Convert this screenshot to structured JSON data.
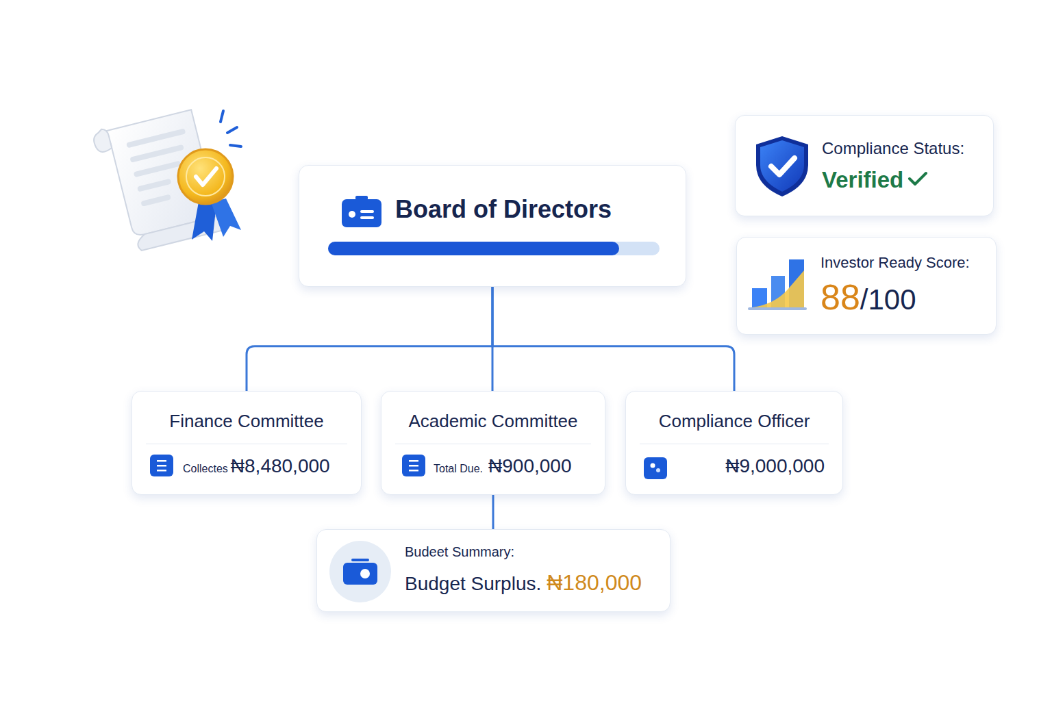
{
  "diagram": {
    "nodes": [
      {
        "text": [
          "Board of Directors"
        ]
      },
      {
        "text": [
          "Compliance Status:",
          "Verified"
        ]
      },
      {
        "text": [
          "Investor Ready Score:",
          "88",
          "/100"
        ]
      },
      {
        "text": [
          "Finance Committee",
          "Collectes",
          "₦8,480,000"
        ]
      },
      {
        "text": [
          "Academic Committee",
          "Total Due.",
          "₦900,000"
        ]
      },
      {
        "text": [
          "Compliance Officer",
          "₦9,000,000"
        ]
      },
      {
        "text": [
          "Budeet Summary:",
          "Budget Surplus.",
          "₦180,000"
        ]
      }
    ],
    "edges": [
      {
        "from": 0,
        "to": 3,
        "arrow": "none"
      },
      {
        "from": 0,
        "to": 4,
        "arrow": "none"
      },
      {
        "from": 0,
        "to": 5,
        "arrow": "none"
      },
      {
        "from": 4,
        "to": 6,
        "arrow": "none"
      }
    ]
  }
}
